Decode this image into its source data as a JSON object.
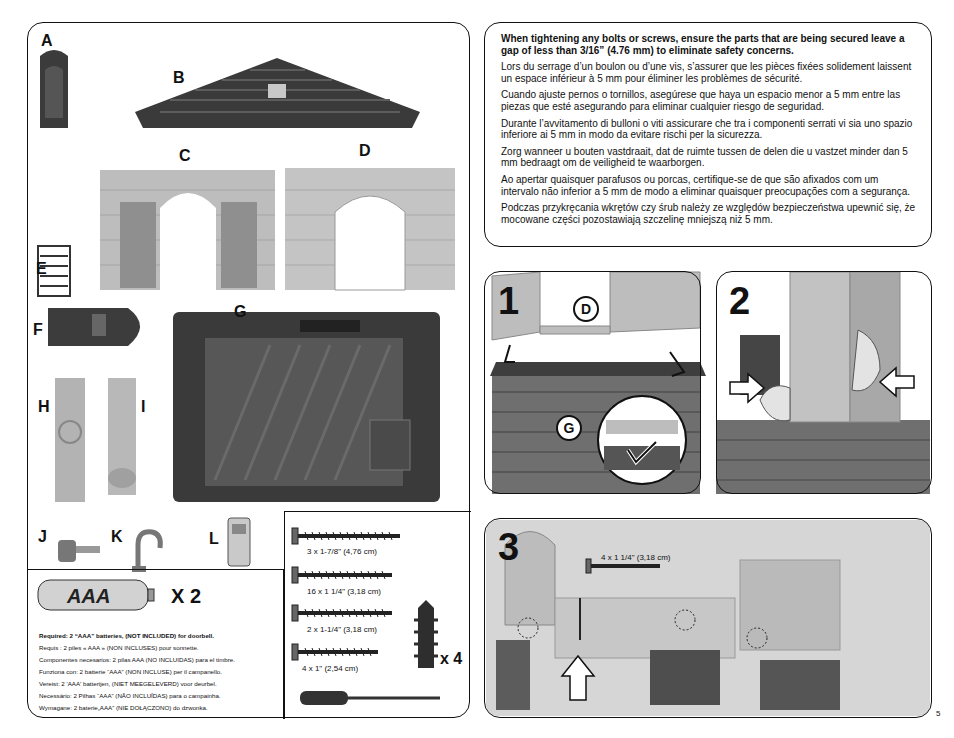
{
  "diagram": {
    "nodes": [
      {
        "text": [
          "A",
          "B",
          "C",
          "D",
          "E",
          "F",
          "G",
          "H",
          "I",
          "J",
          "K",
          "L"
        ]
      },
      {
        "text": [
          "AAA",
          "X 2",
          "Required: 2 “AAA” batteries, (NOT INCLUDED) for doorbell.",
          "Requis : 2 piles « AAA » (NON INCLUSES) pour sonnette.",
          "Componentes necesarios: 2 pilas AAA (NO INCLUIDAS) para el timbre.",
          "Funziona con: 2 batterie “AAA” (NON INCLUSE) per il campanello.",
          "Vereist: 2 'AAA' batterijen, (NIET MEEGELEVERD) voor deurbel.",
          "Necessário: 2 Pilhas “AAA” (NÃO INCLUÍDAS) para o campainha.",
          "Wymagane: 2 baterie„AAA” (NIE DOŁĄCZONO) do dzwonka."
        ],
        "in": 0
      },
      {
        "text": [
          "3 x 1-7/8\" (4,76 cm)",
          "16 x 1 1/4\" (3,18 cm)",
          "2 x 1-1/4\" (3,18 cm)",
          "4 x 1\" (2,54 cm)",
          "x 4"
        ],
        "in": 0
      },
      {
        "text": [
          "When tightening any bolts or screws, ensure the parts that are being secured leave a gap of less than 3/16” (4.76 mm) to eliminate safety concerns.",
          "Lors du serrage d’un boulon ou d’une vis, s’assurer que les pièces fixées solidement laissent un espace inférieur à 5 mm pour éliminer les problèmes de sécurité.",
          "Cuando ajuste pernos o tornillos, asegúrese que haya un espacio menor a 5 mm entre las piezas que esté asegurando para eliminar cualquier riesgo de seguridad.",
          "Durante l’avvitamento di bulloni o viti assicurare che tra i componenti serrati vi sia uno spazio inferiore ai 5 mm in modo da evitare rischi per la sicurezza.",
          "Zorg wanneer u bouten vastdraait, dat de ruimte tussen de delen die u vastzet minder dan 5 mm bedraagt om de veiligheid te waarborgen.",
          "Ao apertar quaisquer parafusos ou porcas, certifique-se de que são afixados com um intervalo não inferior a 5 mm de modo a eliminar quaisquer preocupações com a segurança.",
          "Podczas przykręcania wkrętów czy śrub należy ze względów bezpieczeństwa upewnić się, że mocowane części pozostawiają szczelinę mniejszą niż 5 mm."
        ]
      },
      {
        "text": [
          "1"
        ]
      },
      {
        "text": [
          "D"
        ],
        "in": 4
      },
      {
        "text": [
          "G"
        ],
        "in": 4
      },
      {
        "text": [
          "2"
        ]
      },
      {
        "text": [
          "3",
          "4 x 1 1/4\" (3,18 cm)"
        ]
      }
    ],
    "labels": [
      "5"
    ]
  }
}
